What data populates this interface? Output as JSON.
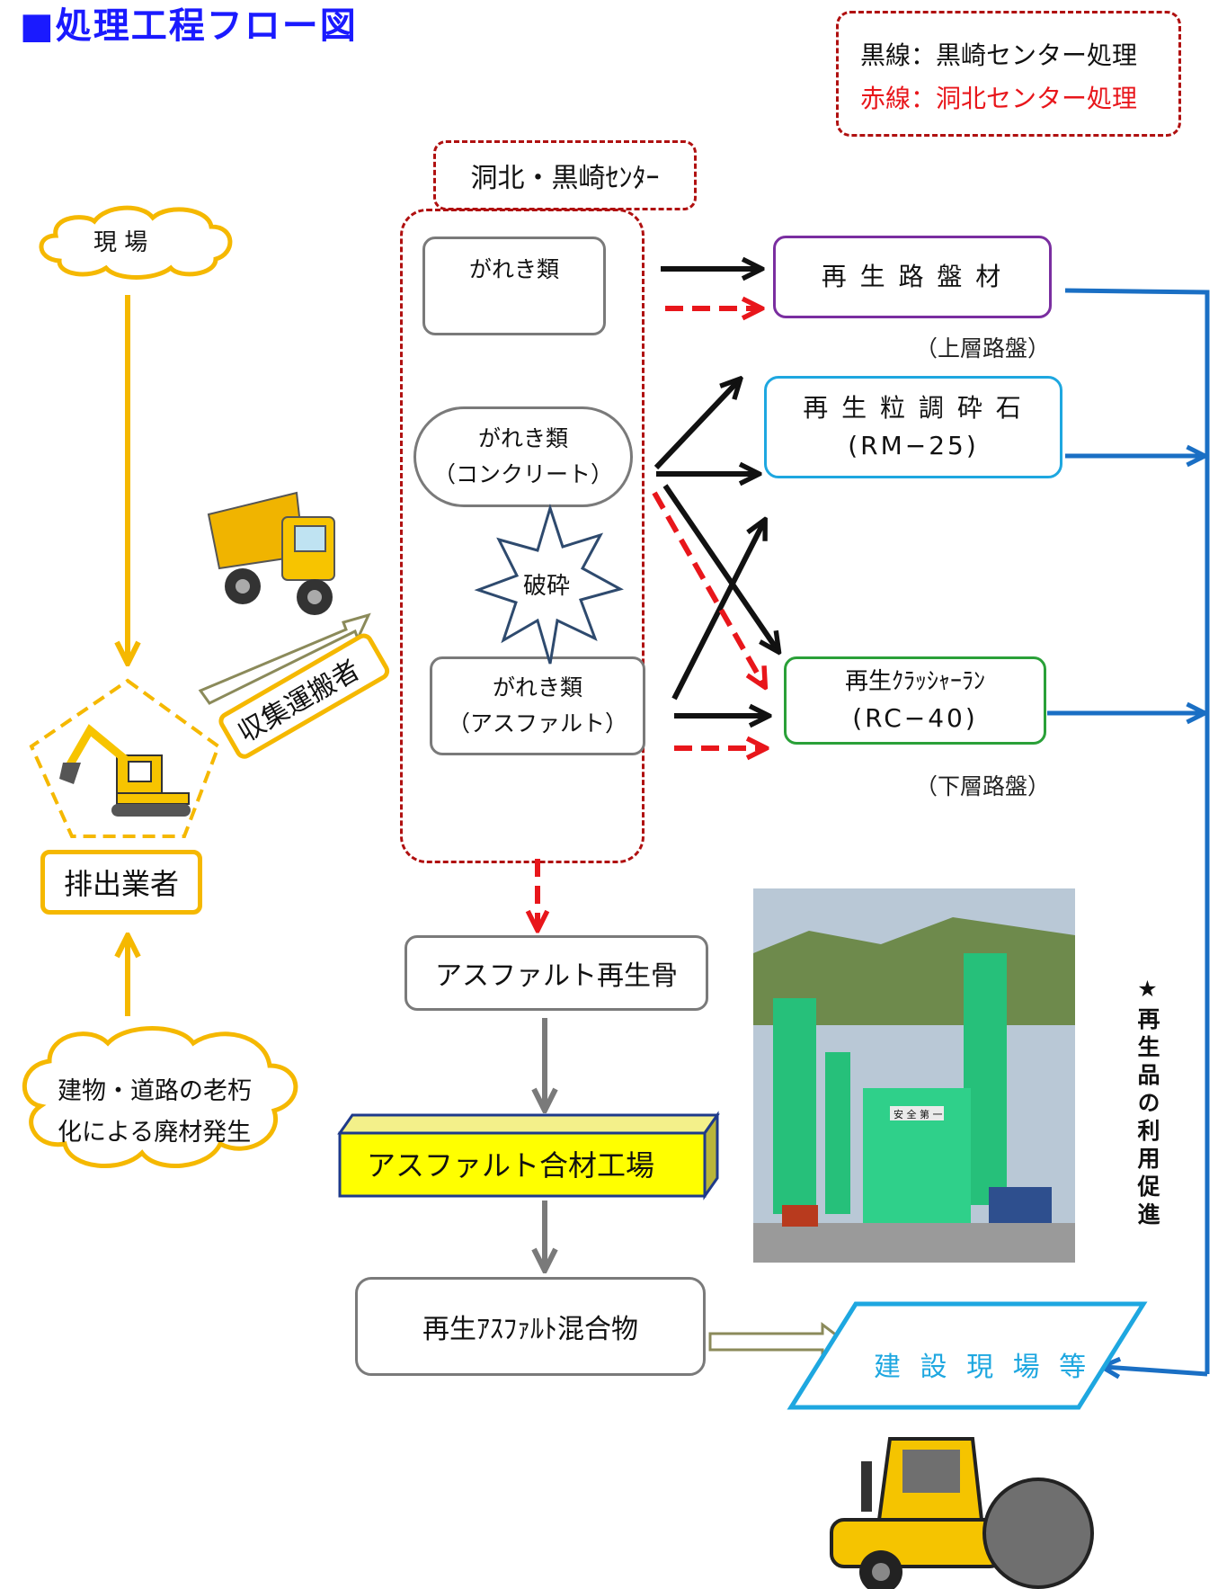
{
  "title": "■処理工程フロー図",
  "legend": {
    "black_line": "黒線：黒崎センター処理",
    "red_line": "赤線：洞北センター処理",
    "black_color": "#111111",
    "red_color": "#e8161b"
  },
  "center": {
    "title": "洞北・黒崎ｾﾝﾀｰ"
  },
  "inputs": {
    "rubble": "がれき類",
    "concrete_line1": "がれき類",
    "concrete_line2": "（コンクリート）",
    "crush": "破砕",
    "asphalt_line1": "がれき類",
    "asphalt_line2": "（アスファルト）"
  },
  "products": {
    "roadbed": "再 生 路 盤 材",
    "upper_note": "（上層路盤）",
    "rm_line1": "再 生 粒 調 砕 石",
    "rm_line2": "(RM−25)",
    "rc_line1": "再生ｸﾗｯｼｬｰﾗﾝ",
    "rc_line2": "(RC−40)",
    "lower_note": "（下層路盤）"
  },
  "left_flow": {
    "site": "現 場",
    "generator": "排出業者",
    "transporter": "収集運搬者",
    "source_line1": "建物・道路の老朽",
    "source_line2": "化による廃材発生"
  },
  "asphalt_flow": {
    "aggregate": "アスファルト再生骨",
    "plant": "アスファルト合材工場",
    "mixture": "再生ｱｽﾌｧﾙﾄ混合物",
    "plant_sign": "安 全 第 一"
  },
  "destination": {
    "label": "建 設 現 場 等"
  },
  "promotion": "★再生品の利用促進",
  "colors": {
    "accent_blue": "#1a1aff",
    "dashed_red": "#b01010",
    "yellow": "#f5b800",
    "flow_blue": "#1a6fc4",
    "sky": "#1ea7e0",
    "purple": "#7a2ea0",
    "green": "#2aa038"
  }
}
